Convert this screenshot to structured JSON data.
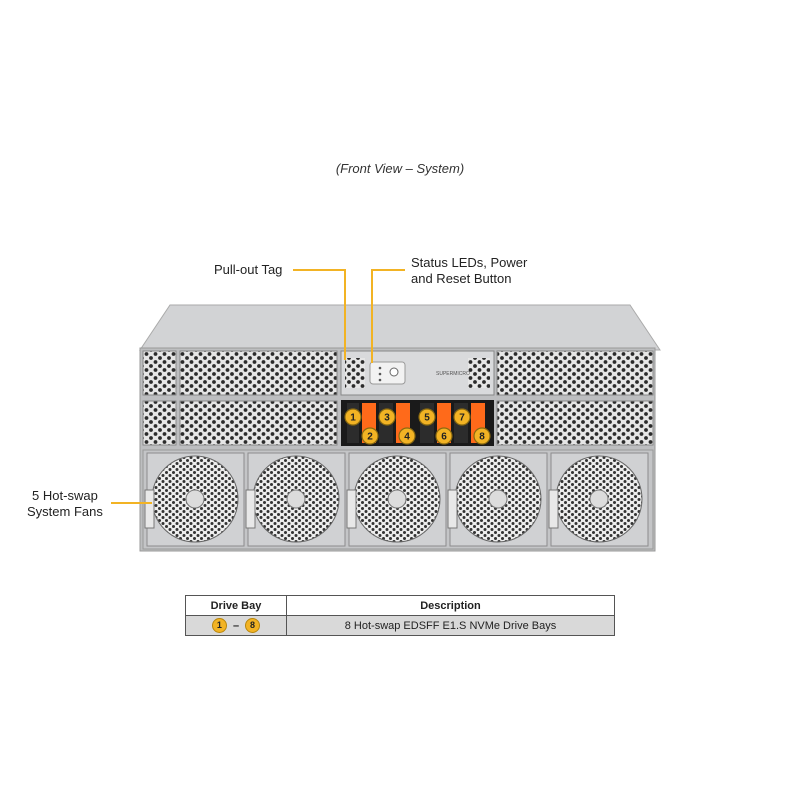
{
  "caption": "(Front View – System)",
  "callouts": {
    "pullout": "Pull-out Tag",
    "status_line1": "Status LEDs, Power",
    "status_line2": "and Reset Button",
    "fans_line1": "5 Hot-swap",
    "fans_line2": "System Fans"
  },
  "brand_label": "SUPERMICRO",
  "drive_bays": [
    "1",
    "2",
    "3",
    "4",
    "5",
    "6",
    "7",
    "8"
  ],
  "colors": {
    "accent": "#f2b324",
    "chassis": "#c8c8c8"
  },
  "table": {
    "headers": [
      "Drive Bay",
      "Description"
    ],
    "row": {
      "from": "1",
      "to": "8",
      "dash": "–",
      "description": "8 Hot-swap EDSFF E1.S NVMe Drive Bays"
    }
  }
}
